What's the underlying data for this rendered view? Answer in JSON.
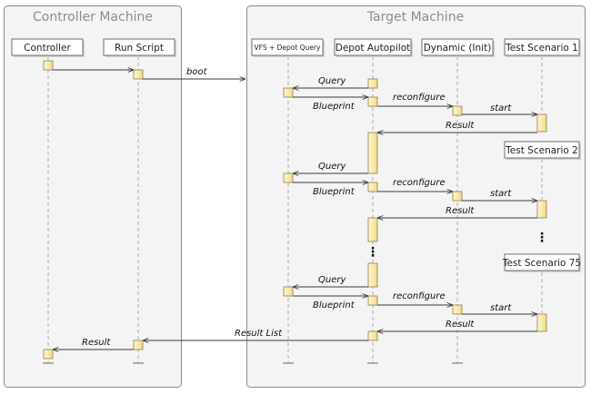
{
  "frames": {
    "controller": "Controller Machine",
    "target": "Target Machine"
  },
  "participants": {
    "controller": "Controller",
    "run_script": "Run Script",
    "vfs": "VFS + Depot Query",
    "depot": "Depot Autopilot",
    "dynamic": "Dynamic (Init)",
    "scenario1": "Test Scenario 1",
    "scenario2": "Test Scenario 2",
    "scenario75": "Test Scenario 75"
  },
  "messages": {
    "boot": "boot",
    "query": "Query",
    "blueprint": "Blueprint",
    "reconfigure": "reconfigure",
    "start": "start",
    "result": "Result",
    "result_list": "Result List"
  },
  "ellipsis": "⋮",
  "colors": {
    "activation_fill": "#fbefbd",
    "frame_fill": "#f4f4f4"
  }
}
